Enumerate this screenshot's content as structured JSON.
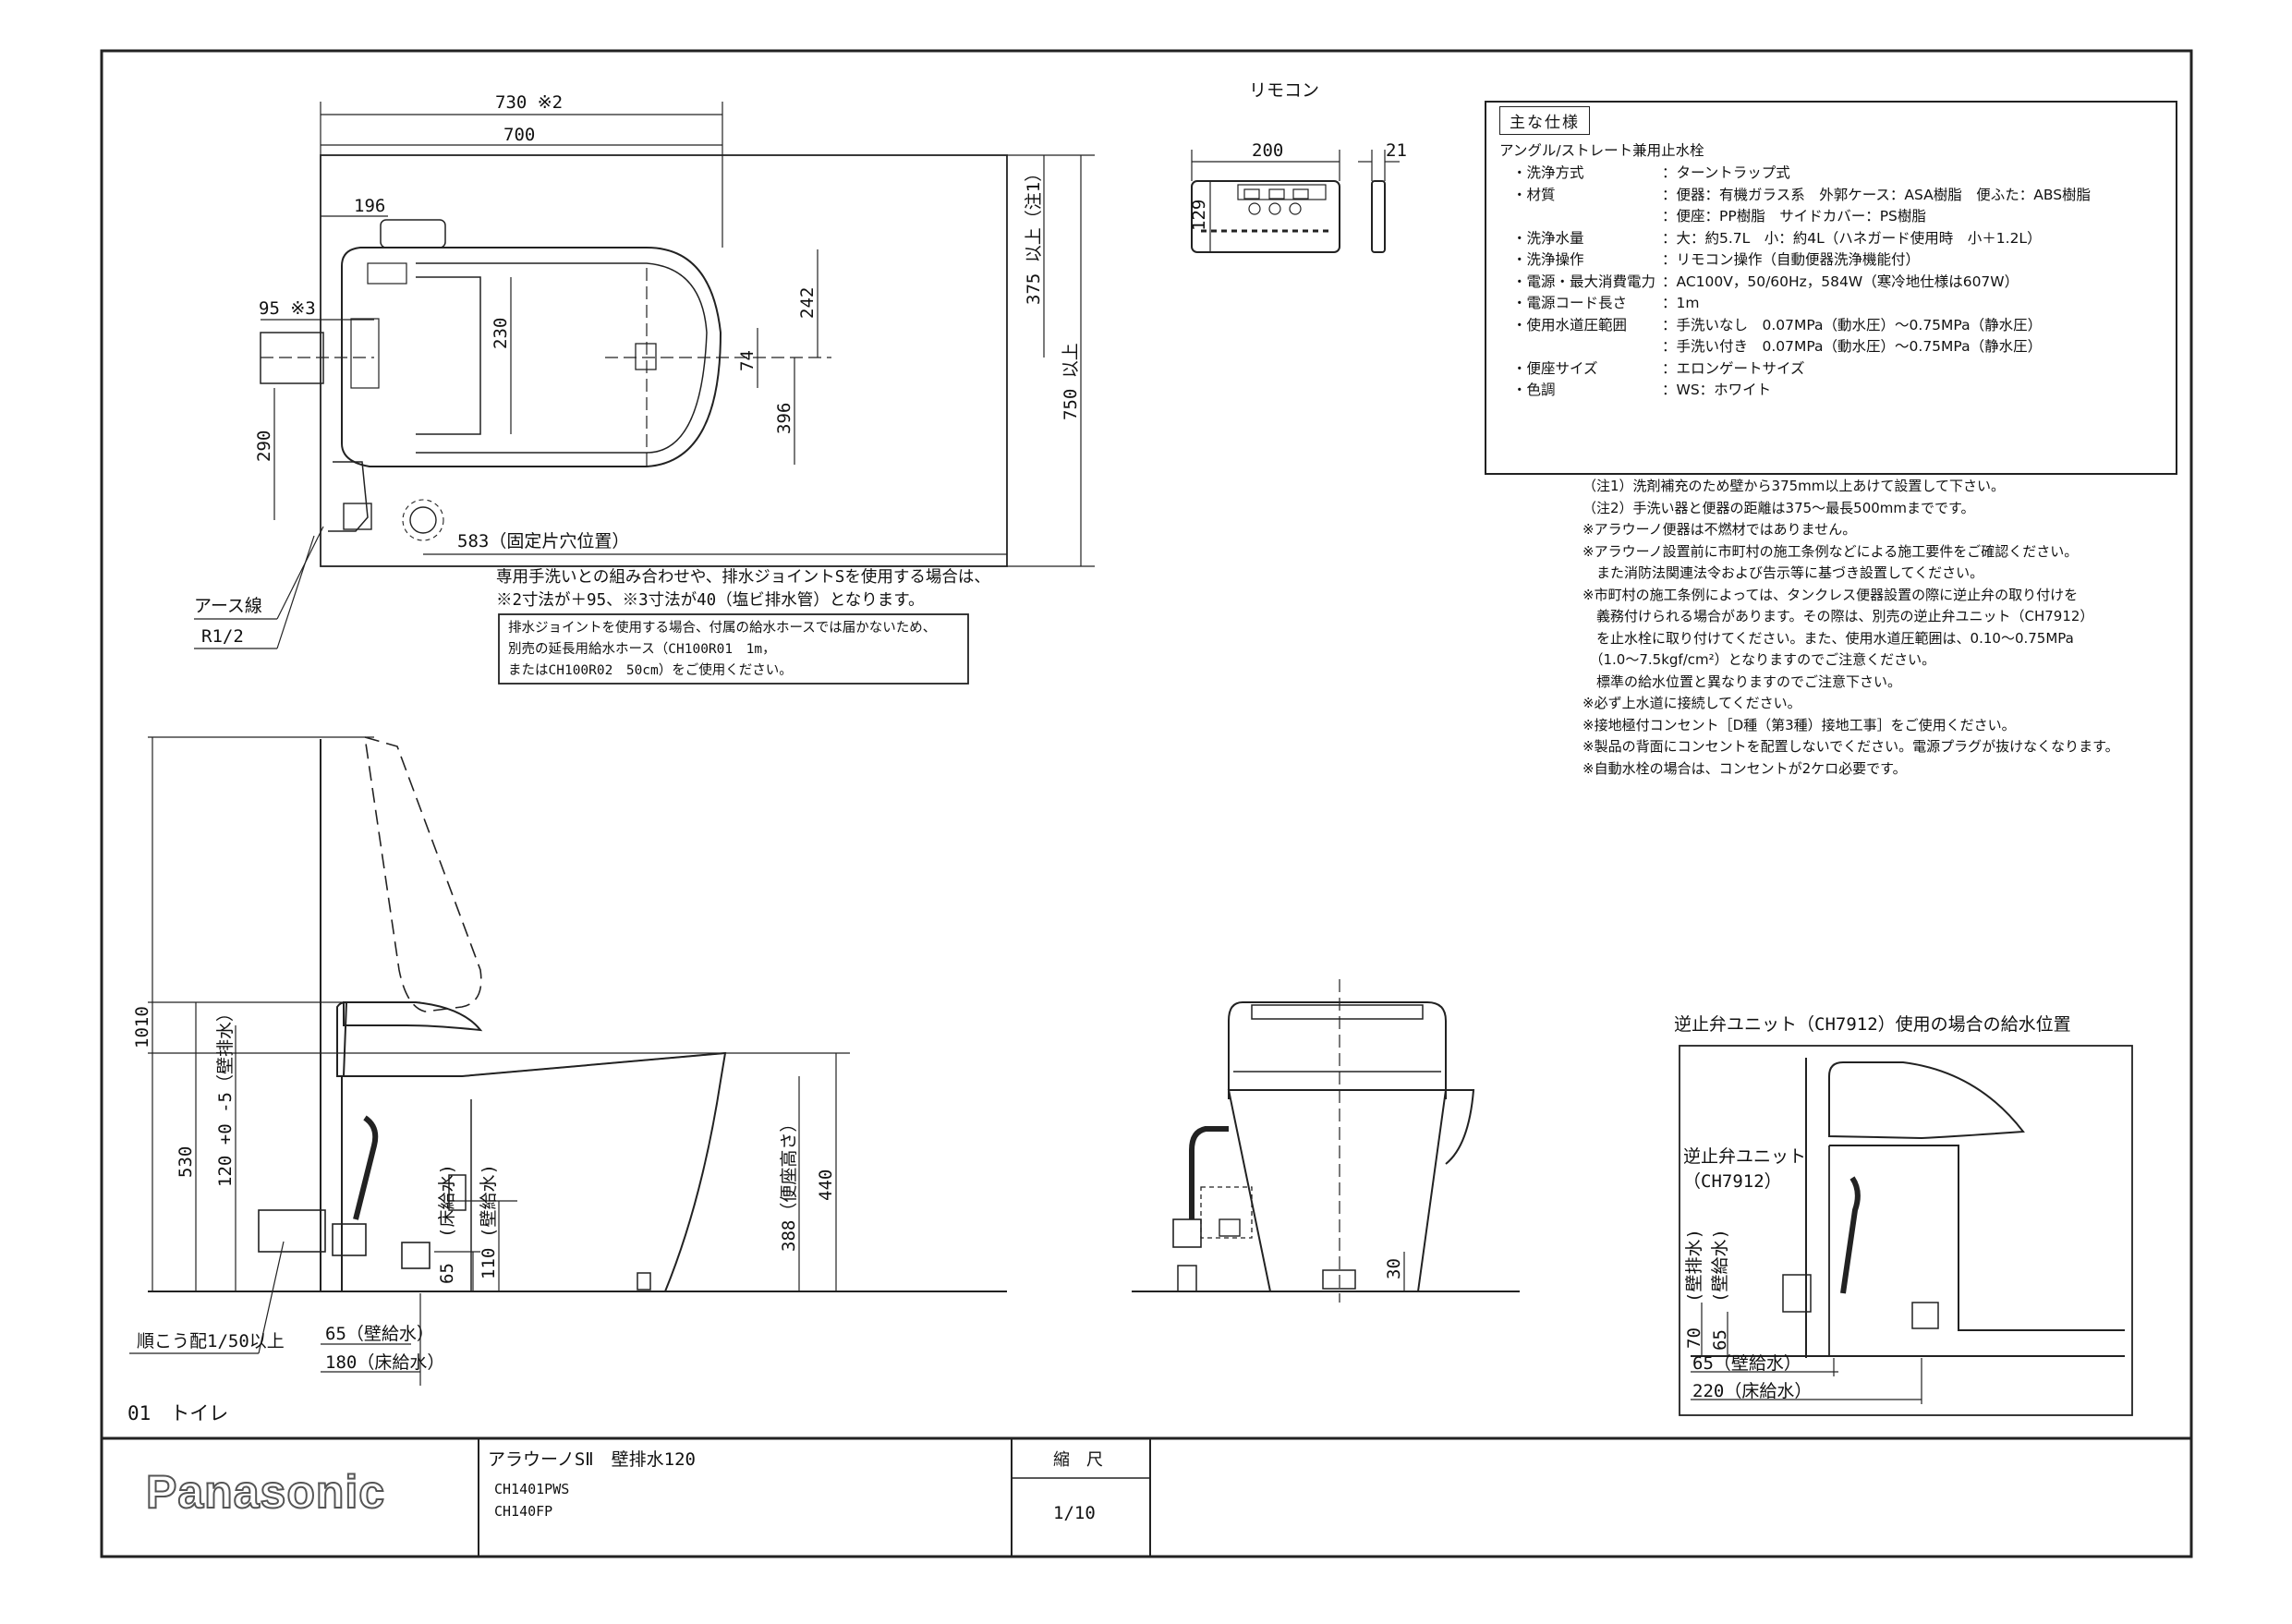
{
  "remote_label": "リモコン",
  "sheet_label": "01　トイレ",
  "brand": "Panasonic",
  "product": {
    "name": "アラウーノSⅡ　壁排水120",
    "model_codes": [
      "CH1401PWS",
      "CH140FP"
    ],
    "scale_label": "縮　尺",
    "scale_value": "1/10"
  },
  "spec": {
    "heading": "主な仕様",
    "subheading": "アングル/ストレート兼用止水栓",
    "rows": [
      {
        "label": "・洗浄方式",
        "value": "：ターントラップ式"
      },
      {
        "label": "・材質",
        "value": "：便器：有機ガラス系　外郭ケース：ASA樹脂　便ふた：ABS樹脂"
      },
      {
        "label": "",
        "value": "：便座：PP樹脂　サイドカバー：PS樹脂"
      },
      {
        "label": "・洗浄水量",
        "value": "：大：約5.7L　小：約4L（ハネガード使用時　小＋1.2L）"
      },
      {
        "label": "・洗浄操作",
        "value": "：リモコン操作（自動便器洗浄機能付）"
      },
      {
        "label": "・電源・最大消費電力",
        "value": "：AC100V，50/60Hz，584W（寒冷地仕様は607W）"
      },
      {
        "label": "・電源コード長さ",
        "value": "：1m"
      },
      {
        "label": "・使用水道圧範囲",
        "value": "：手洗いなし　0.07MPa（動水圧）～0.75MPa（静水圧）"
      },
      {
        "label": "",
        "value": "：手洗い付き　0.07MPa（動水圧）～0.75MPa（静水圧）"
      },
      {
        "label": "・便座サイズ",
        "value": "：エロンゲートサイズ"
      },
      {
        "label": "・色調",
        "value": "：WS：ホワイト"
      }
    ]
  },
  "notes": [
    "（注1）洗剤補充のため壁から375mm以上あけて設置して下さい。",
    "（注2）手洗い器と便器の距離は375～最長500mmまでです。",
    "※アラウーノ便器は不燃材ではありません。",
    "※アラウーノ設置前に市町村の施工条例などによる施工要件をご確認ください。",
    "　また消防法関連法令および告示等に基づき設置してください。",
    "※市町村の施工条例によっては、タンクレス便器設置の際に逆止弁の取り付けを",
    "　義務付けられる場合があります。その際は、別売の逆止弁ユニット（CH7912）",
    "　を止水栓に取り付けてください。また、使用水道圧範囲は、0.10～0.75MPa",
    "　（1.0～7.5kgf/cm²）となりますのでご注意ください。",
    "　標準の給水位置と異なりますのでご注意下さい。",
    "※必ず上水道に接続してください。",
    "※接地極付コンセント［D種（第3種）接地工事］をご使用ください。",
    "※製品の背面にコンセントを配置しないでください。電源プラグが抜けなくなります。",
    "※自動水栓の場合は、コンセントが2ケロ必要です。"
  ],
  "plan_view": {
    "dims": [
      "730 ※2",
      "700",
      "196",
      "95 ※3",
      "230",
      "242",
      "74",
      "396",
      "290",
      "375 以上（注1）",
      "750 以上",
      "583（固定片穴位置）"
    ],
    "earth_label": "アース線",
    "r_label": "R1/2",
    "caption_lines": [
      "専用手洗いとの組み合わせや、排水ジョイントSを使用する場合は、",
      "※2寸法が＋95、※3寸法が40（塩ビ排水管）となります。"
    ],
    "box_lines": [
      "排水ジョイントを使用する場合、付属の給水ホースでは届かないため、",
      "別売の延長用給水ホース（CH100R01　1m，",
      "またはCH100R02　50cm）をご使用ください。"
    ]
  },
  "remote_view": {
    "dims": [
      "200",
      "21",
      "129"
    ]
  },
  "side_view": {
    "dims": [
      "1010",
      "530",
      "120 +0 -5（壁排水）",
      "110",
      "65",
      "388（便座高さ）",
      "440",
      "65（壁給水）",
      "180（床給水）"
    ],
    "wall_supply_label": "(壁給水)",
    "floor_supply_label": "(床給水)",
    "slope_label": "順こう配1/50以上"
  },
  "front_view": {
    "dims": [
      "30"
    ]
  },
  "check_valve_view": {
    "title": "逆止弁ユニット（CH7912）使用の場合の給水位置",
    "unit_label": "逆止弁ユニット",
    "unit_code": "（CH7912）",
    "dims": [
      "70",
      "65",
      "65（壁給水）",
      "220（床給水）"
    ],
    "v1": "(壁排水)",
    "v2": "(壁給水)"
  }
}
